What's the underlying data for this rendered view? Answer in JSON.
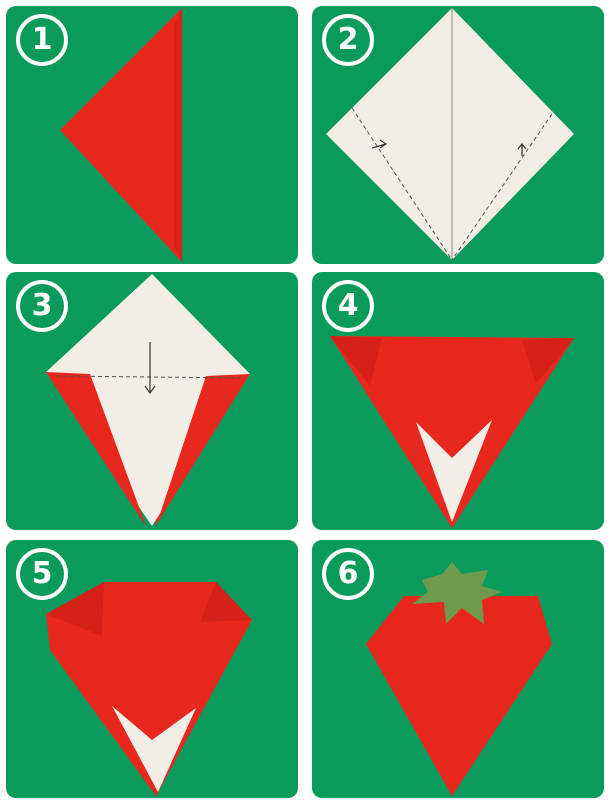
{
  "steps": [
    {
      "number": "1"
    },
    {
      "number": "2"
    },
    {
      "number": "3"
    },
    {
      "number": "4"
    },
    {
      "number": "5"
    },
    {
      "number": "6"
    }
  ],
  "colors": {
    "background_green": "#0a9a5c",
    "paper_red": "#e8281e",
    "paper_red_dark": "#c81c14",
    "paper_white": "#f2eee6",
    "leaf_green": "#6f9a4e",
    "fold_line": "#555555"
  }
}
